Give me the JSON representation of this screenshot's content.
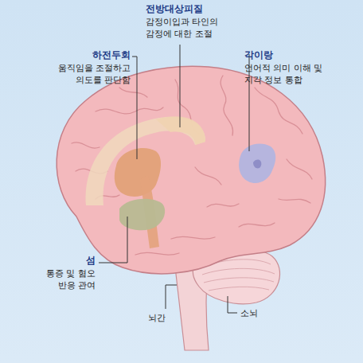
{
  "diagram": {
    "labels": [
      "하전두회",
      "움직임을 조절하고 의도를 판단함",
      "전방대상피질",
      "감정이입과 타인의 감정에 대한 조절",
      "각이랑",
      "언어적 의미 이해 및 지각 정보 통합",
      "섬",
      "통증 및 혐오 반응 관여",
      "뇌간",
      "소뇌"
    ]
  }
}
